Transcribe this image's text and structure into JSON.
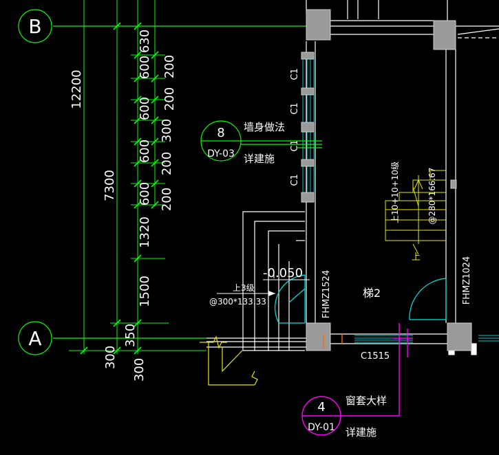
{
  "colors": {
    "background": "#000000",
    "grid_axis": "#00ff00",
    "dimension": "#00ff00",
    "wall": "#ffffff",
    "column": "#9a9a9a",
    "window": "#00c8c8",
    "door": "#00e5e5",
    "stair": "#e8e800",
    "callout_section": "#00ff00",
    "callout_window": "#ff00ff",
    "text": "#ffffff"
  },
  "grid": {
    "axis_b": "B",
    "axis_a": "A"
  },
  "dimensions": {
    "overall": "12200",
    "middle": "7300",
    "lower_350": "350",
    "base_300_left": "300",
    "base_300_right": "300",
    "outer_chain": [
      "630",
      "600",
      "600",
      "600",
      "600",
      "1320",
      "1500"
    ],
    "inner_chain": [
      "200",
      "200",
      "300",
      "200",
      "200"
    ]
  },
  "windows": {
    "side_label": "C1",
    "side_count": 4,
    "bottom_label": "C1515"
  },
  "doors": {
    "left": "FHMZ1524",
    "right": "FHMZ1024"
  },
  "elevation": "-0.050",
  "room_label": "梯2",
  "stair_small": {
    "line1": "上3级",
    "line2": "@300*133.33"
  },
  "stair_main": {
    "line1": "上10+10+10级",
    "line2": "@280*166.67",
    "direction": "上"
  },
  "callouts": {
    "wall_detail": {
      "number": "8",
      "sheet": "DY-03",
      "title": "墙身做法",
      "note": "详建施"
    },
    "window_detail": {
      "number": "4",
      "sheet": "DY-01",
      "title": "窗套大样",
      "note": "详建施"
    }
  }
}
